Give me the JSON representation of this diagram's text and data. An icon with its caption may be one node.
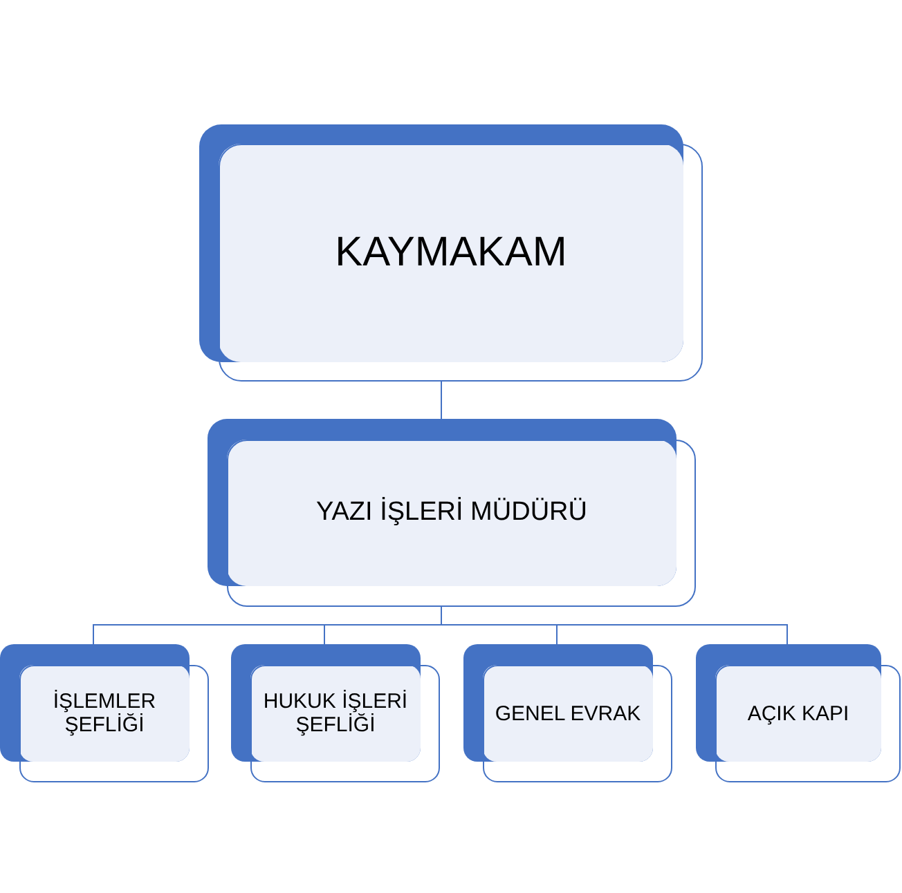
{
  "diagram": {
    "nodes": [
      {
        "text": [
          "KAYMAKAM"
        ]
      },
      {
        "text": [
          "YAZI İŞLERİ MÜDÜRÜ"
        ]
      },
      {
        "text": [
          "İŞLEMLER ŞEFLİĞİ"
        ]
      },
      {
        "text": [
          "HUKUK İŞLERİ ŞEFLİĞİ"
        ]
      },
      {
        "text": [
          "GENEL EVRAK"
        ]
      },
      {
        "text": [
          "AÇIK KAPI"
        ]
      }
    ],
    "edges": [
      {
        "from": 0,
        "to": 1,
        "arrow": "none"
      },
      {
        "from": 1,
        "to": 2,
        "arrow": "none"
      },
      {
        "from": 1,
        "to": 3,
        "arrow": "none"
      },
      {
        "from": 1,
        "to": 4,
        "arrow": "none"
      },
      {
        "from": 1,
        "to": 5,
        "arrow": "none"
      }
    ]
  }
}
